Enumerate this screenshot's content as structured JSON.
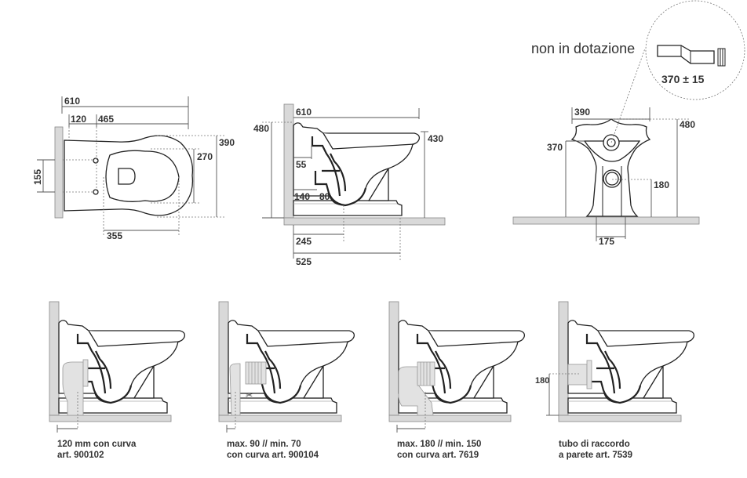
{
  "plan_view": {
    "d610": "610",
    "d120": "120",
    "d465": "465",
    "d390": "390",
    "d270": "270",
    "d155": "155",
    "d355": "355"
  },
  "side_view": {
    "d610": "610",
    "d480": "480",
    "d430": "430",
    "d55": "55",
    "d140": "140",
    "d80": "80",
    "d245": "245",
    "d525": "525"
  },
  "front_view": {
    "d390": "390",
    "d480": "480",
    "d370": "370",
    "d180": "180",
    "d175": "175"
  },
  "detail": {
    "label": "non in dotazione",
    "dim": "370 ± 15"
  },
  "installations": [
    {
      "line1": "120 mm con curva",
      "line2": "art. 900102"
    },
    {
      "line1": "max. 90 // min. 70",
      "line2": "con curva art. 900104"
    },
    {
      "line1": "max. 180 // min. 150",
      "line2": "con curva art. 7619"
    },
    {
      "line1": "tubo di raccordo",
      "line2": "a parete art. 7539",
      "dim": "180"
    }
  ]
}
